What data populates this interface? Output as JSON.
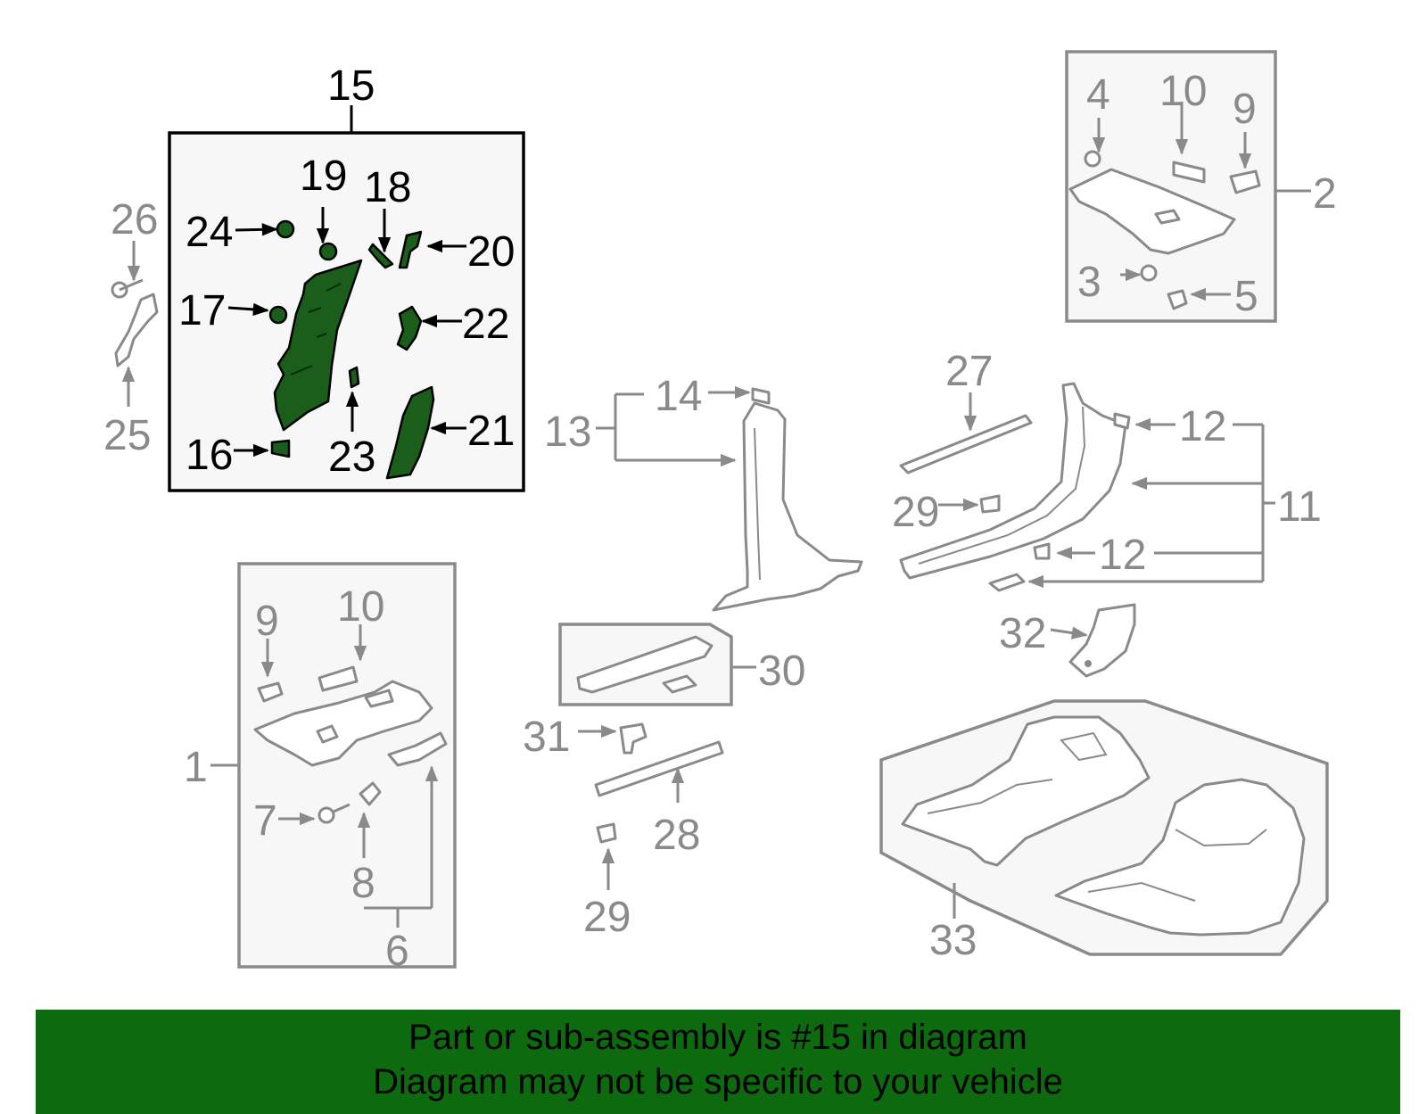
{
  "diagram": {
    "highlight_color": "#1b5e1b",
    "line_color": "#8a8a8a",
    "callouts": {
      "c1": "1",
      "c2": "2",
      "c3": "3",
      "c4": "4",
      "c5": "5",
      "c6": "6",
      "c7": "7",
      "c8": "8",
      "c9a": "9",
      "c9b": "9",
      "c10a": "10",
      "c10b": "10",
      "c11": "11",
      "c12a": "12",
      "c12b": "12",
      "c13": "13",
      "c14": "14",
      "c15": "15",
      "c16": "16",
      "c17": "17",
      "c18": "18",
      "c19": "19",
      "c20": "20",
      "c21": "21",
      "c22": "22",
      "c23": "23",
      "c24": "24",
      "c25": "25",
      "c26": "26",
      "c27": "27",
      "c28": "28",
      "c29a": "29",
      "c29b": "29",
      "c30": "30",
      "c31": "31",
      "c32": "32",
      "c33": "33"
    }
  },
  "banner": {
    "line1": "Part or sub-assembly is #15 in diagram",
    "line2": "Diagram may not be specific to your vehicle",
    "color": "#0e6a0e"
  }
}
